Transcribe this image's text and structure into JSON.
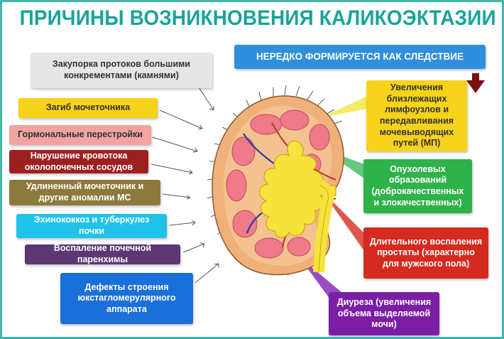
{
  "title": "ПРИЧИНЫ ВОЗНИКНОВЕНИЯ КАЛИКОЭКТАЗИИ",
  "consequence_banner": "НЕРЕДКО ФОРМИРУЕТСЯ КАК СЛЕДСТВИЕ",
  "left_causes": [
    {
      "label": "Закупорка протоков большими конкрементами (камнями)",
      "color": "#e6e6e6"
    },
    {
      "label": "Загиб мочеточника",
      "color": "#f7d21a"
    },
    {
      "label": "Гормональные перестройки",
      "color": "#f1a3a0"
    },
    {
      "label": "Нарушение кровотока околопочечных сосудов",
      "color": "#9b2121"
    },
    {
      "label": "Удлиненный мочеточник и другие аномалии МС",
      "color": "#8c7a3c"
    },
    {
      "label": "Эхинококкоз и туберкулез почки",
      "color": "#1fc3ea"
    },
    {
      "label": "Воспаление почечной паренхимы",
      "color": "#5b3773"
    },
    {
      "label": "Дефекты строения юкстагломерулярного аппарата",
      "color": "#1b6fd9"
    }
  ],
  "right_causes": [
    {
      "label": "Увеличения близлежащих лимфоузлов и передавливания мочевыводящих путей (МП)",
      "color": "#f7d21a"
    },
    {
      "label": "Опухолевых образований (доброкачественных и злокачественных)",
      "color": "#2fb24a"
    },
    {
      "label": "Длительного воспаления простаты (характерно для мужского пола)",
      "color": "#d42a1f"
    },
    {
      "label": "Диуреза (увеличения объема выделяемой мочи)",
      "color": "#7a1fa5"
    }
  ]
}
